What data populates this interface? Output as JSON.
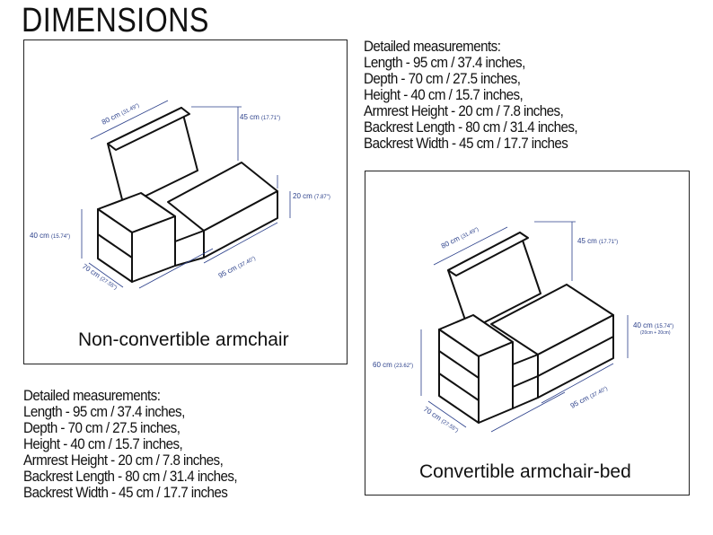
{
  "title": "DIMENSIONS",
  "left_panel": {
    "caption": "Non-convertible armchair",
    "dims": {
      "backrest_length": "80 cm",
      "backrest_length_in": "(31.49\")",
      "backrest_width": "45 cm",
      "backrest_width_in": "(17.71\")",
      "armrest": "20 cm",
      "armrest_in": "(7.87\")",
      "height": "40 cm",
      "height_in": "(15.74\")",
      "depth": "70 cm",
      "depth_in": "(27.55\")",
      "length": "95 cm",
      "length_in": "(37.40\")"
    }
  },
  "right_panel": {
    "caption": "Convertible armchair-bed",
    "dims": {
      "backrest_length": "80 cm",
      "backrest_length_in": "(31.49\")",
      "backrest_width": "45 cm",
      "backrest_width_in": "(17.71\")",
      "armrest": "40 cm",
      "armrest_in": "(15.74\")",
      "armrest_note": "(20cm + 20cm)",
      "height": "60 cm",
      "height_in": "(23.62\")",
      "depth": "70 cm",
      "depth_in": "(27.55\")",
      "length": "95 cm",
      "length_in": "(37.40\")"
    }
  },
  "measurements_top": {
    "heading": "Detailed measurements:",
    "lines": [
      "Length - 95 cm / 37.4 inches,",
      "Depth - 70 cm / 27.5 inches,",
      "Height - 40 cm / 15.7 inches,",
      "Armrest Height - 20 cm / 7.8 inches,",
      "Backrest Length - 80 cm / 31.4 inches,",
      "Backrest Width - 45 cm / 17.7 inches"
    ]
  },
  "measurements_bottom": {
    "heading": "Detailed measurements:",
    "lines": [
      "Length - 95 cm / 37.4 inches,",
      "Depth - 70 cm / 27.5 inches,",
      "Height - 40 cm / 15.7 inches,",
      "Armrest Height - 20 cm / 7.8 inches,",
      "Backrest Length - 80 cm / 31.4 inches,",
      "Backrest Width - 45 cm / 17.7 inches"
    ]
  },
  "colors": {
    "outline": "#111111",
    "dimension": "#2a3f8a"
  }
}
